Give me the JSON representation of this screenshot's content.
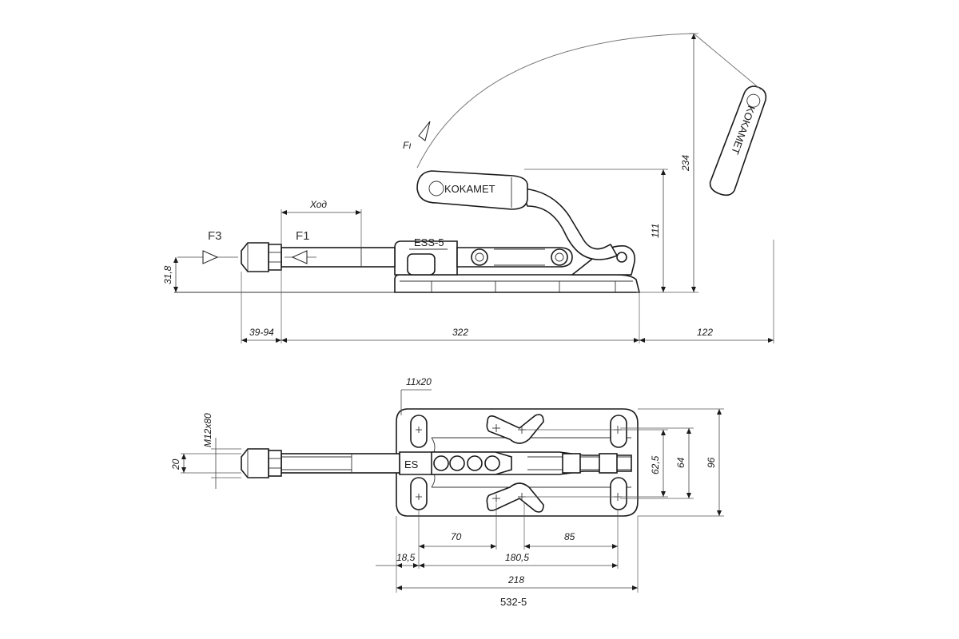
{
  "labels": {
    "force_f3": "F3",
    "force_f1": "F1",
    "force_fi": "Fı",
    "stroke": "Ход",
    "brand": "KOKAMET"
  },
  "dimensions": {
    "height_31_8": "31,8",
    "stroke_39_94": "39-94",
    "length_322": "322",
    "length_122": "122",
    "height_111": "111",
    "height_234": "234",
    "thread_m12x80": "M12x80",
    "slot_11x20": "11x20",
    "dia_20": "20",
    "width_62_5": "62,5",
    "width_64": "64",
    "width_96": "96",
    "len_70": "70",
    "len_85": "85",
    "len_18_5": "18,5",
    "len_180_5": "180,5",
    "len_218": "218"
  },
  "model_code": "532-5"
}
